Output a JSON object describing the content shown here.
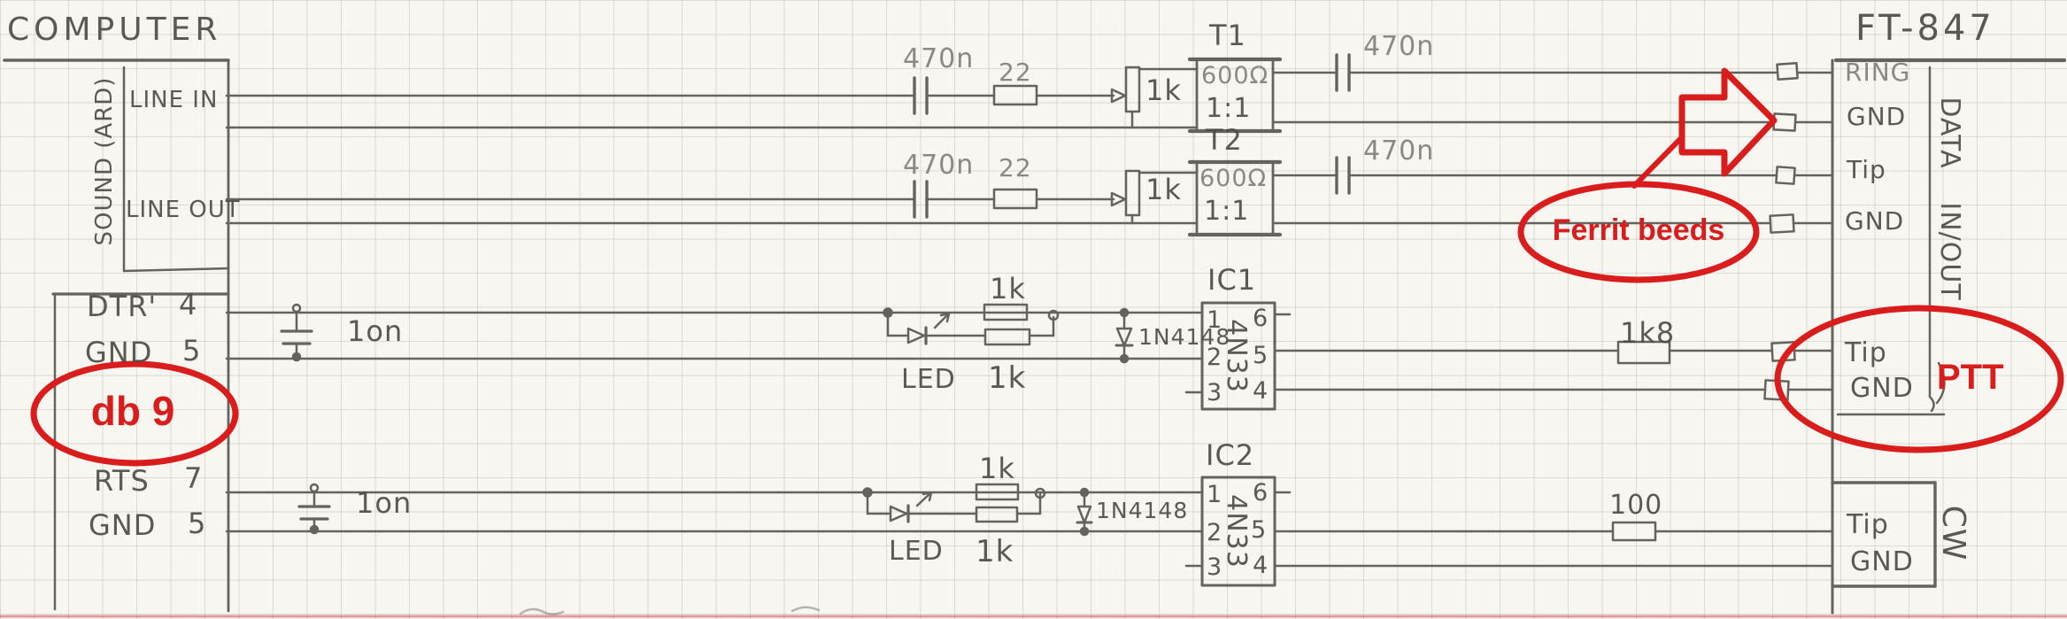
{
  "colors": {
    "pencil": "#56544f",
    "annotation_red": "#d91d1d"
  },
  "computer": {
    "title": "COMPUTER",
    "soundcard_label": "SOUND (ARD)",
    "line_in": "LINE IN",
    "line_out": "LINE OUT"
  },
  "db9": {
    "dtr_label": "DTR'",
    "dtr_pin": "4",
    "gnd1_label": "GND",
    "gnd1_pin": "5",
    "rts_label": "RTS",
    "rts_pin": "7",
    "gnd2_label": "GND",
    "gnd2_pin": "5"
  },
  "audio_in": {
    "input_cap": "470n",
    "series_resistor": "22",
    "level_pot": "1k",
    "transformer_name": "T1",
    "transformer_impedance": "600Ω",
    "transformer_ratio": "1:1",
    "output_cap": "470n"
  },
  "audio_out": {
    "input_cap": "470n",
    "series_resistor": "22",
    "level_pot": "1k",
    "transformer_name": "T2",
    "transformer_impedance": "600Ω",
    "transformer_ratio": "1:1",
    "output_cap": "470n"
  },
  "ptt_channel": {
    "filter_cap": "1on",
    "led_label": "LED",
    "resistor_top": "1k",
    "resistor_bottom": "1k",
    "clamp_diode": "1N4148",
    "ic_name": "IC1",
    "ic_part": "4N33",
    "pins_left": [
      "1",
      "2",
      "3"
    ],
    "pins_right": [
      "6",
      "5",
      "4"
    ],
    "output_resistor": "1k8"
  },
  "cw_channel": {
    "filter_cap": "1on",
    "led_label": "LED",
    "resistor_top": "1k",
    "resistor_bottom": "1k",
    "clamp_diode": "1N4148",
    "ic_name": "IC2",
    "ic_part": "4N33",
    "pins_left": [
      "1",
      "2",
      "3"
    ],
    "pins_right": [
      "6",
      "5",
      "4"
    ],
    "output_resistor": "100"
  },
  "radio": {
    "title": "FT-847",
    "data_jack": {
      "vertical_label_1": "DATA",
      "vertical_label_2": "IN/OUT",
      "pin1": "RING",
      "pin2": "GND",
      "pin3": "Tip",
      "pin4": "GND"
    },
    "ptt_jack": {
      "tip": "Tip",
      "gnd": "GND"
    },
    "cw_jack": {
      "tip": "Tip",
      "gnd": "GND",
      "vertical_label": "CW"
    }
  },
  "annotations": {
    "ferrite_beads": "Ferrit beeds",
    "db9": "db 9",
    "ptt": "PTT"
  }
}
